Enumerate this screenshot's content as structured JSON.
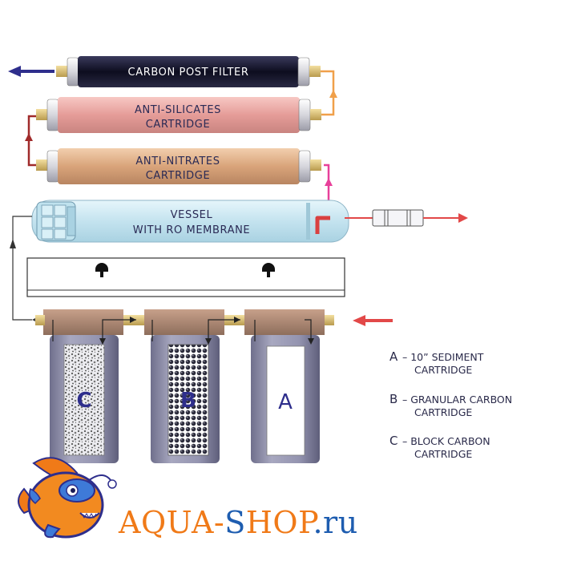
{
  "filters": {
    "post_filter": "CARBON POST FILTER",
    "anti_silicates": [
      "ANTI-SILICATES",
      "CARTRIDGE"
    ],
    "anti_nitrates": [
      "ANTI-NITRATES",
      "CARTRIDGE"
    ],
    "ro_vessel": [
      "VESSEL",
      "WITH RO MEMBRANE"
    ]
  },
  "housings": [
    "C",
    "B",
    "A"
  ],
  "legend": [
    {
      "key": "A",
      "dash": "–",
      "line1": "10” SEDIMENT",
      "line2": "CARTRIDGE"
    },
    {
      "key": "B",
      "dash": "–",
      "line1": "GRANULAR CARBON",
      "line2": "CARTRIDGE"
    },
    {
      "key": "C",
      "dash": "–",
      "line1": "BLOCK CARBON",
      "line2": "CARTRIDGE"
    }
  ],
  "brand": {
    "part1": "AQUA-",
    "part2": "S",
    "part3": "HOP",
    "part4": ".ru"
  },
  "colors": {
    "post_filter": "#121226",
    "anti_silicates": "#e8a7a4",
    "anti_nitrates": "#dcac84",
    "ro_vessel": "#cfeaf4",
    "housing": "#8f8ea8",
    "cap": "#ad8a74",
    "brand_orange": "#f07a18",
    "brand_blue": "#1e5db0"
  }
}
